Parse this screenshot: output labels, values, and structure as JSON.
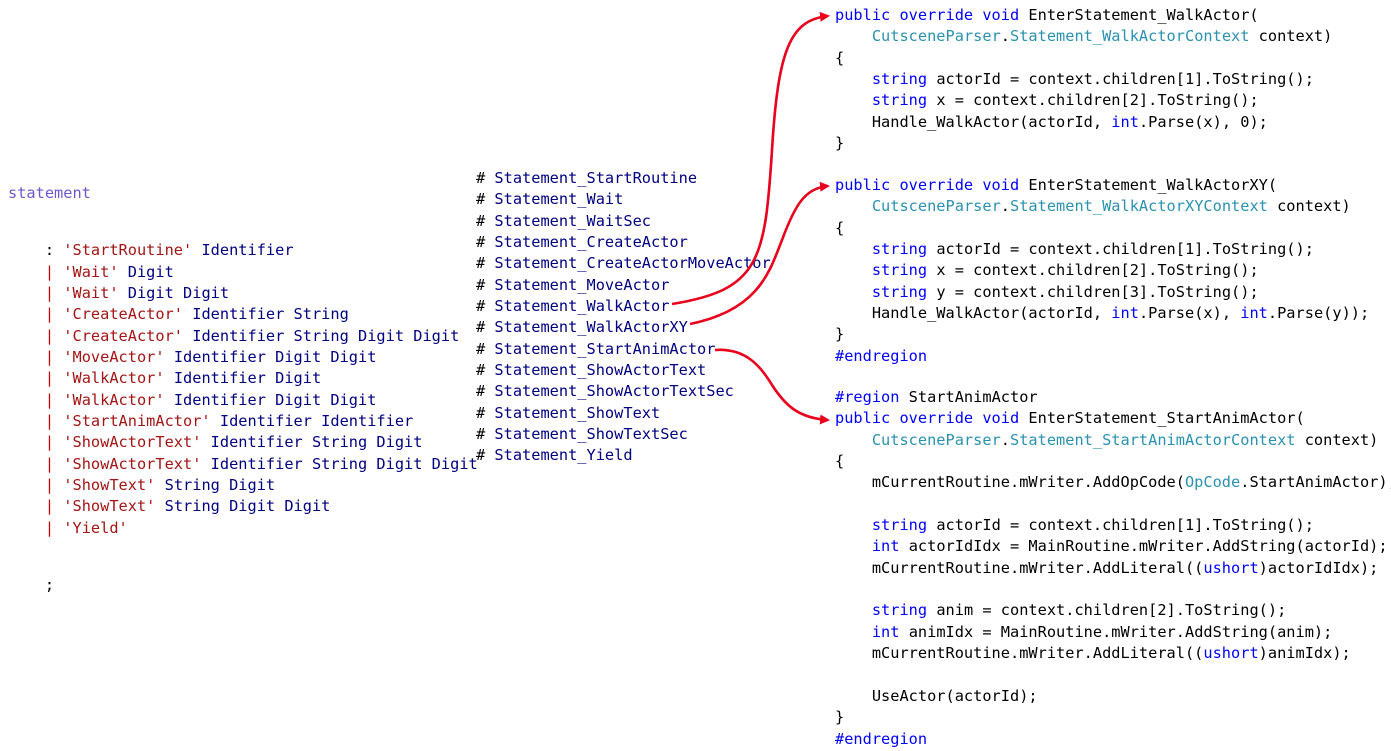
{
  "grammar": {
    "rule_name": "statement",
    "terminator": ";",
    "alternatives": [
      {
        "sep": ":",
        "keyword": "'StartRoutine'",
        "tokens": "Identifier",
        "label": "Statement_StartRoutine"
      },
      {
        "sep": "|",
        "keyword": "'Wait'",
        "tokens": "Digit",
        "label": "Statement_Wait"
      },
      {
        "sep": "|",
        "keyword": "'Wait'",
        "tokens": "Digit Digit",
        "label": "Statement_WaitSec"
      },
      {
        "sep": "|",
        "keyword": "'CreateActor'",
        "tokens": "Identifier String",
        "label": "Statement_CreateActor"
      },
      {
        "sep": "|",
        "keyword": "'CreateActor'",
        "tokens": "Identifier String Digit Digit",
        "label": "Statement_CreateActorMoveActor"
      },
      {
        "sep": "|",
        "keyword": "'MoveActor'",
        "tokens": "Identifier Digit Digit",
        "label": "Statement_MoveActor"
      },
      {
        "sep": "|",
        "keyword": "'WalkActor'",
        "tokens": "Identifier Digit",
        "label": "Statement_WalkActor"
      },
      {
        "sep": "|",
        "keyword": "'WalkActor'",
        "tokens": "Identifier Digit Digit",
        "label": "Statement_WalkActorXY"
      },
      {
        "sep": "|",
        "keyword": "'StartAnimActor'",
        "tokens": "Identifier Identifier",
        "label": "Statement_StartAnimActor"
      },
      {
        "sep": "|",
        "keyword": "'ShowActorText'",
        "tokens": "Identifier String Digit",
        "label": "Statement_ShowActorText"
      },
      {
        "sep": "|",
        "keyword": "'ShowActorText'",
        "tokens": "Identifier String Digit Digit",
        "label": "Statement_ShowActorTextSec"
      },
      {
        "sep": "|",
        "keyword": "'ShowText'",
        "tokens": "String Digit",
        "label": "Statement_ShowText"
      },
      {
        "sep": "|",
        "keyword": "'ShowText'",
        "tokens": "String Digit Digit",
        "label": "Statement_ShowTextSec"
      },
      {
        "sep": "|",
        "keyword": "'Yield'",
        "tokens": "",
        "label": "Statement_Yield"
      }
    ]
  },
  "code_blocks": [
    {
      "id": "walk-actor",
      "lines": [
        [
          [
            "kw",
            "public override void "
          ],
          [
            "plain",
            "EnterStatement_WalkActor("
          ]
        ],
        [
          [
            "plain",
            "    "
          ],
          [
            "ty",
            "CutsceneParser"
          ],
          [
            "plain",
            "."
          ],
          [
            "ty",
            "Statement_WalkActorContext"
          ],
          [
            "plain",
            " context)"
          ]
        ],
        [
          [
            "plain",
            "{"
          ]
        ],
        [
          [
            "plain",
            "    "
          ],
          [
            "kw",
            "string"
          ],
          [
            "plain",
            " actorId = context.children[1].ToString();"
          ]
        ],
        [
          [
            "plain",
            "    "
          ],
          [
            "kw",
            "string"
          ],
          [
            "plain",
            " x = context.children[2].ToString();"
          ]
        ],
        [
          [
            "plain",
            "    Handle_WalkActor(actorId, "
          ],
          [
            "kw",
            "int"
          ],
          [
            "plain",
            ".Parse(x), 0);"
          ]
        ],
        [
          [
            "plain",
            "}"
          ]
        ]
      ]
    },
    {
      "id": "walk-actor-xy",
      "lines": [
        [
          [
            "kw",
            "public override void "
          ],
          [
            "plain",
            "EnterStatement_WalkActorXY("
          ]
        ],
        [
          [
            "plain",
            "    "
          ],
          [
            "ty",
            "CutsceneParser"
          ],
          [
            "plain",
            "."
          ],
          [
            "ty",
            "Statement_WalkActorXYContext"
          ],
          [
            "plain",
            " context)"
          ]
        ],
        [
          [
            "plain",
            "{"
          ]
        ],
        [
          [
            "plain",
            "    "
          ],
          [
            "kw",
            "string"
          ],
          [
            "plain",
            " actorId = context.children[1].ToString();"
          ]
        ],
        [
          [
            "plain",
            "    "
          ],
          [
            "kw",
            "string"
          ],
          [
            "plain",
            " x = context.children[2].ToString();"
          ]
        ],
        [
          [
            "plain",
            "    "
          ],
          [
            "kw",
            "string"
          ],
          [
            "plain",
            " y = context.children[3].ToString();"
          ]
        ],
        [
          [
            "plain",
            "    Handle_WalkActor(actorId, "
          ],
          [
            "kw",
            "int"
          ],
          [
            "plain",
            ".Parse(x), "
          ],
          [
            "kw",
            "int"
          ],
          [
            "plain",
            ".Parse(y));"
          ]
        ],
        [
          [
            "plain",
            "}"
          ]
        ],
        [
          [
            "pre",
            "#endregion"
          ]
        ]
      ]
    },
    {
      "id": "start-anim-actor",
      "lines": [
        [
          [
            "pre",
            "#region"
          ],
          [
            "plain",
            " StartAnimActor"
          ]
        ],
        [
          [
            "kw",
            "public override void "
          ],
          [
            "plain",
            "EnterStatement_StartAnimActor("
          ]
        ],
        [
          [
            "plain",
            "    "
          ],
          [
            "ty",
            "CutsceneParser"
          ],
          [
            "plain",
            "."
          ],
          [
            "ty",
            "Statement_StartAnimActorContext"
          ],
          [
            "plain",
            " context)"
          ]
        ],
        [
          [
            "plain",
            "{"
          ]
        ],
        [
          [
            "plain",
            "    mCurrentRoutine.mWriter.AddOpCode("
          ],
          [
            "ty",
            "OpCode"
          ],
          [
            "plain",
            ".StartAnimActor);"
          ]
        ],
        [
          [
            "plain",
            ""
          ]
        ],
        [
          [
            "plain",
            "    "
          ],
          [
            "kw",
            "string"
          ],
          [
            "plain",
            " actorId = context.children[1].ToString();"
          ]
        ],
        [
          [
            "plain",
            "    "
          ],
          [
            "kw",
            "int"
          ],
          [
            "plain",
            " actorIdIdx = MainRoutine.mWriter.AddString(actorId);"
          ]
        ],
        [
          [
            "plain",
            "    mCurrentRoutine.mWriter.AddLiteral(("
          ],
          [
            "kw",
            "ushort"
          ],
          [
            "plain",
            ")actorIdIdx);"
          ]
        ],
        [
          [
            "plain",
            ""
          ]
        ],
        [
          [
            "plain",
            "    "
          ],
          [
            "kw",
            "string"
          ],
          [
            "plain",
            " anim = context.children[2].ToString();"
          ]
        ],
        [
          [
            "plain",
            "    "
          ],
          [
            "kw",
            "int"
          ],
          [
            "plain",
            " animIdx = MainRoutine.mWriter.AddString(anim);"
          ]
        ],
        [
          [
            "plain",
            "    mCurrentRoutine.mWriter.AddLiteral(("
          ],
          [
            "kw",
            "ushort"
          ],
          [
            "plain",
            ")animIdx);"
          ]
        ],
        [
          [
            "plain",
            ""
          ]
        ],
        [
          [
            "plain",
            "    UseActor(actorId);"
          ]
        ],
        [
          [
            "plain",
            "}"
          ]
        ],
        [
          [
            "pre",
            "#endregion"
          ]
        ]
      ]
    }
  ],
  "arrows": [
    {
      "from": "Statement_WalkActor",
      "to": "EnterStatement_WalkActor",
      "color": "#e8001c"
    },
    {
      "from": "Statement_WalkActorXY",
      "to": "EnterStatement_WalkActorXY",
      "color": "#e8001c"
    },
    {
      "from": "Statement_StartAnimActor",
      "to": "EnterStatement_StartAnimActor",
      "color": "#e8001c"
    }
  ]
}
